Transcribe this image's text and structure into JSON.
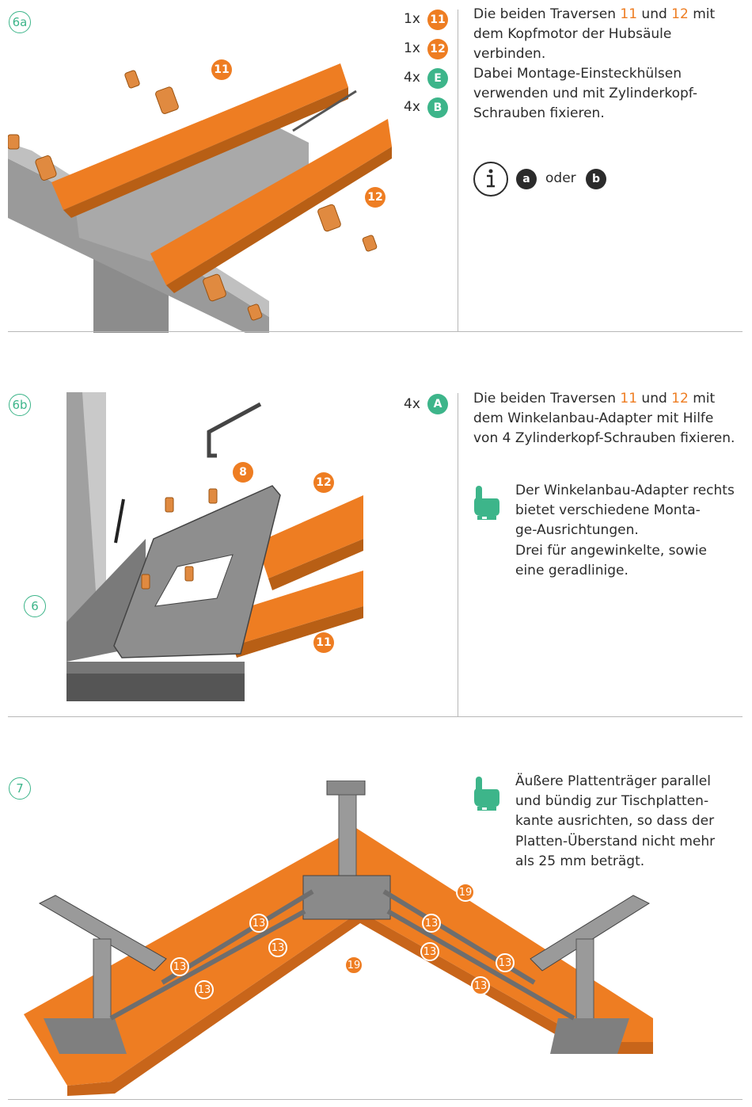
{
  "step6a": {
    "badge": "6a",
    "parts": [
      {
        "qty": "1x",
        "label": "11",
        "color": "orange"
      },
      {
        "qty": "1x",
        "label": "12",
        "color": "orange"
      },
      {
        "qty": "4x",
        "label": "E",
        "color": "green"
      },
      {
        "qty": "4x",
        "label": "B",
        "color": "green"
      }
    ],
    "text": {
      "l1a": "Die beiden Traversen ",
      "l1b": "11",
      "l1c": " und ",
      "l1d": "12",
      "l1e": " mit",
      "l2": "dem Kopfmotor der Hubsäule",
      "l3": "verbinden.",
      "l4": "Dabei Montage-Einsteckhülsen",
      "l5": "verwenden und mit Zylinderkopf-",
      "l6": "Schrauben fixieren."
    },
    "info": {
      "a": "a",
      "oder": "oder",
      "b": "b"
    },
    "callouts": {
      "c11": "11",
      "c12": "12"
    }
  },
  "step6b": {
    "badge": "6b",
    "parts": [
      {
        "qty": "4x",
        "label": "A",
        "color": "green"
      }
    ],
    "text": {
      "l1a": "Die beiden Traversen ",
      "l1b": "11",
      "l1c": " und ",
      "l1d": "12",
      "l1e": " mit",
      "l2": "dem Winkelanbau-Adapter mit Hilfe",
      "l3": "von 4 Zylinderkopf-Schrauben fixieren."
    },
    "tip": {
      "l1": "Der Winkelanbau-Adapter rechts",
      "l2": "bietet verschiedene Monta-",
      "l3": "ge-Ausrichtungen.",
      "l4": "Drei für angewinkelte, sowie",
      "l5": "eine geradlinige."
    },
    "callouts": {
      "c8": "8",
      "c12": "12",
      "c11": "11",
      "c6": "6"
    }
  },
  "step7": {
    "badge": "7",
    "tip": {
      "l1": "Äußere Plattenträger parallel",
      "l2": "und bündig zur Tischplatten-",
      "l3": "kante ausrichten, so dass der",
      "l4": "Platten-Überstand nicht mehr",
      "l5": "als 25 mm beträgt."
    },
    "callouts": [
      "13",
      "13",
      "13",
      "13",
      "13",
      "13",
      "13",
      "13",
      "19",
      "19"
    ]
  },
  "colors": {
    "orange": "#ee7d22",
    "green": "#3db58a",
    "dark": "#2b2b2b",
    "metal": "#8a8a8a"
  }
}
